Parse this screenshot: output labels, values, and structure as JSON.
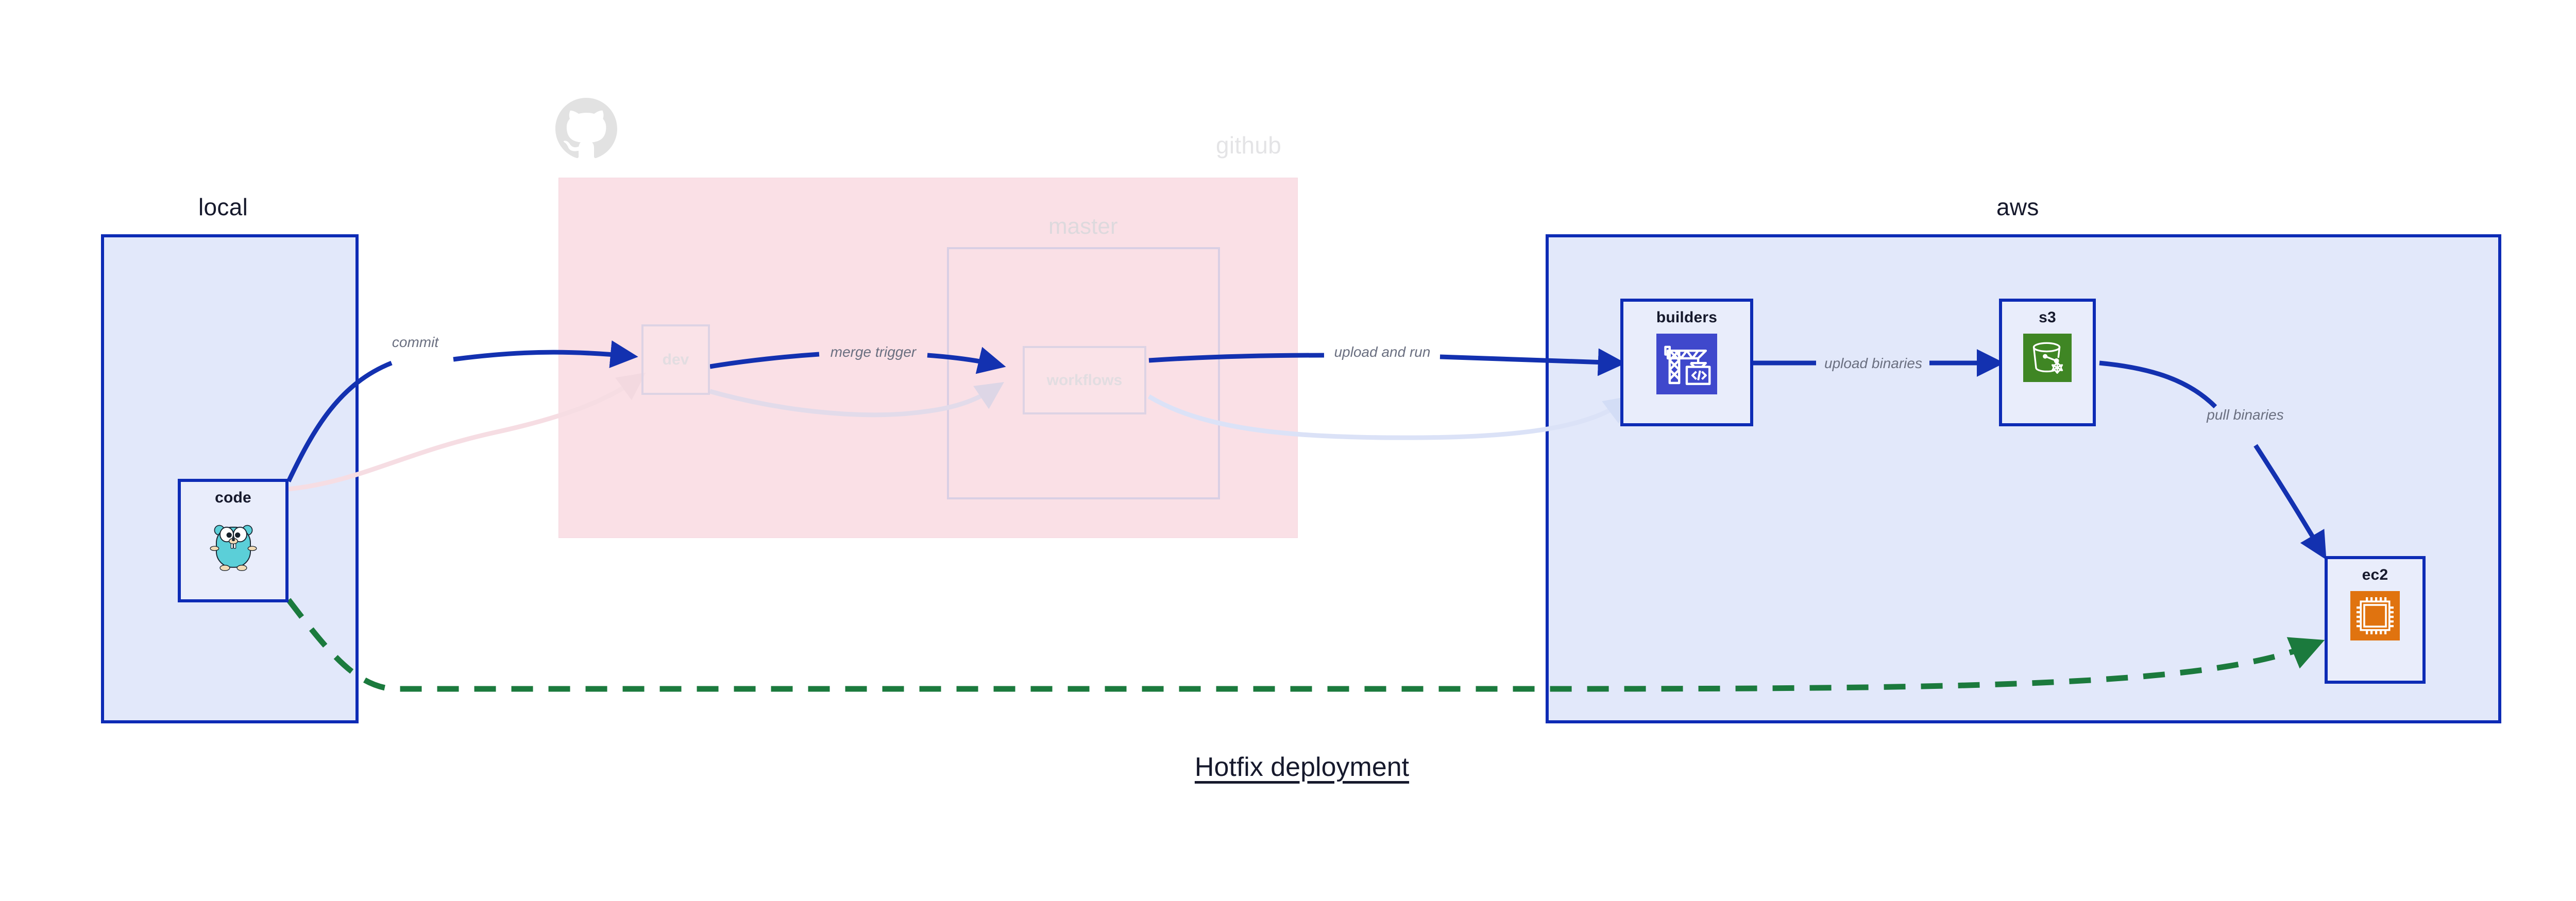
{
  "title": "Hotfix deployment",
  "colors": {
    "group_border_blue": "#0d2bb5",
    "group_fill_blue": "#e2e8fa",
    "group_fill_pink": "#fae0e6",
    "node_fill": "#e9edfb",
    "edge_blue": "#1331b0",
    "edge_green": "#1b7a3d",
    "edge_faded_pink": "#f6dde3",
    "edge_faded_blue": "#dbe2f7",
    "label_gray": "#6a6f80",
    "faded_text": "#e2dde1",
    "codebuild_blue": "#3f48cc",
    "s3_green": "#3f8624",
    "ec2_orange": "#e0730f"
  },
  "groups": [
    {
      "id": "local",
      "label": "local",
      "label_faded": false
    },
    {
      "id": "github",
      "label": "github",
      "label_faded": true
    },
    {
      "id": "master",
      "label": "master",
      "label_faded": true
    },
    {
      "id": "aws",
      "label": "aws",
      "label_faded": false
    }
  ],
  "nodes": [
    {
      "id": "code",
      "label": "code",
      "icon": "go-gopher-icon",
      "group": "local",
      "faded": false
    },
    {
      "id": "dev",
      "label": "dev",
      "icon": "none",
      "group": "github",
      "faded": true
    },
    {
      "id": "workflows",
      "label": "workflows",
      "icon": "none",
      "group": "master",
      "faded": true
    },
    {
      "id": "builders",
      "label": "builders",
      "icon": "aws-codebuild-icon",
      "group": "aws",
      "faded": false
    },
    {
      "id": "s3",
      "label": "s3",
      "icon": "aws-s3-glacier-icon",
      "group": "aws",
      "faded": false
    },
    {
      "id": "ec2",
      "label": "ec2",
      "icon": "aws-ec2-chip-icon",
      "group": "aws",
      "faded": false
    }
  ],
  "edges": [
    {
      "id": "e-commit",
      "label": "commit",
      "from": "code",
      "to": "dev",
      "style": "solid",
      "color": "#1331b0",
      "faded": false
    },
    {
      "id": "e-merge-trigger",
      "label": "merge trigger",
      "from": "dev",
      "to": "workflows",
      "style": "solid",
      "color": "#1331b0",
      "faded": false
    },
    {
      "id": "e-upload-and-run",
      "label": "upload and run",
      "from": "workflows",
      "to": "builders",
      "style": "solid",
      "color": "#1331b0",
      "faded": false
    },
    {
      "id": "e-upload-binaries",
      "label": "upload binaries",
      "from": "builders",
      "to": "s3",
      "style": "solid",
      "color": "#1331b0",
      "faded": false
    },
    {
      "id": "e-pull-binaries",
      "label": "pull binaries",
      "from": "s3",
      "to": "ec2",
      "style": "solid",
      "color": "#1331b0",
      "faded": false
    },
    {
      "id": "e-hotfix",
      "label": "",
      "from": "code",
      "to": "ec2",
      "style": "dashed",
      "color": "#1b7a3d",
      "faded": false
    },
    {
      "id": "e-faded-code-dev",
      "label": "",
      "from": "code",
      "to": "dev",
      "style": "solid",
      "color": "#f6dde3",
      "faded": true
    },
    {
      "id": "e-faded-dev-wf",
      "label": "",
      "from": "dev",
      "to": "workflows",
      "style": "solid",
      "color": "#e0dae8",
      "faded": true
    },
    {
      "id": "e-faded-wf-build",
      "label": "",
      "from": "workflows",
      "to": "builders",
      "style": "solid",
      "color": "#dbe2f7",
      "faded": true
    }
  ],
  "watermark": {
    "name": "github-octocat-logo"
  }
}
